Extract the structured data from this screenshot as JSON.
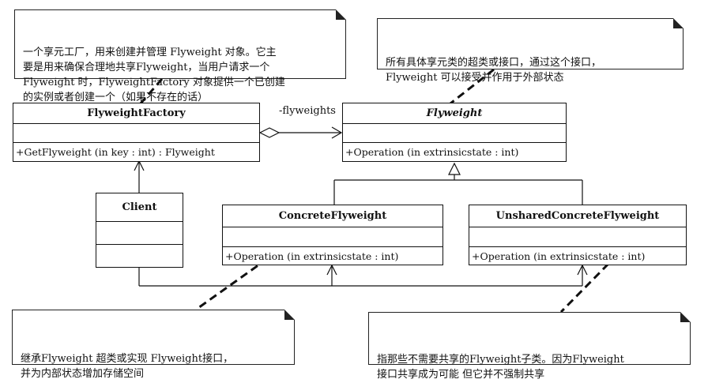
{
  "notes": {
    "factory": "一个享元工厂，用来创建并管理 Flyweight 对象。它主\n要是用来确保合理地共享Flyweight，当用户请求一个\nFlyweight 时，FlyweightFactory 对象提供一个已创建\n的实例或者创建一个（如果不存在的话）",
    "flyweight": "所有具体享元类的超类或接口，通过这个接口，\nFlyweight 可以接受并作用于外部状态",
    "concrete": "继承Flyweight 超类或实现 Flyweight接口，\n并为内部状态增加存储空间",
    "unshared": "指那些不需要共享的Flyweight子类。因为Flyweight\n接口共享成为可能  但它并不强制共享"
  },
  "classes": {
    "factory": {
      "name": "FlyweightFactory",
      "op": "+GetFlyweight (in key : int) : Flyweight"
    },
    "flyweight": {
      "name": "Flyweight",
      "op": "+Operation (in extrinsicstate   : int)"
    },
    "client": {
      "name": "Client"
    },
    "concrete": {
      "name": "ConcreteFlyweight",
      "op": "+Operation (in extrinsicstate   : int)"
    },
    "unshared": {
      "name": "UnsharedConcreteFlyweight",
      "op": "+Operation (in extrinsicstate   : int)"
    }
  },
  "association": {
    "label": "-flyweights"
  }
}
